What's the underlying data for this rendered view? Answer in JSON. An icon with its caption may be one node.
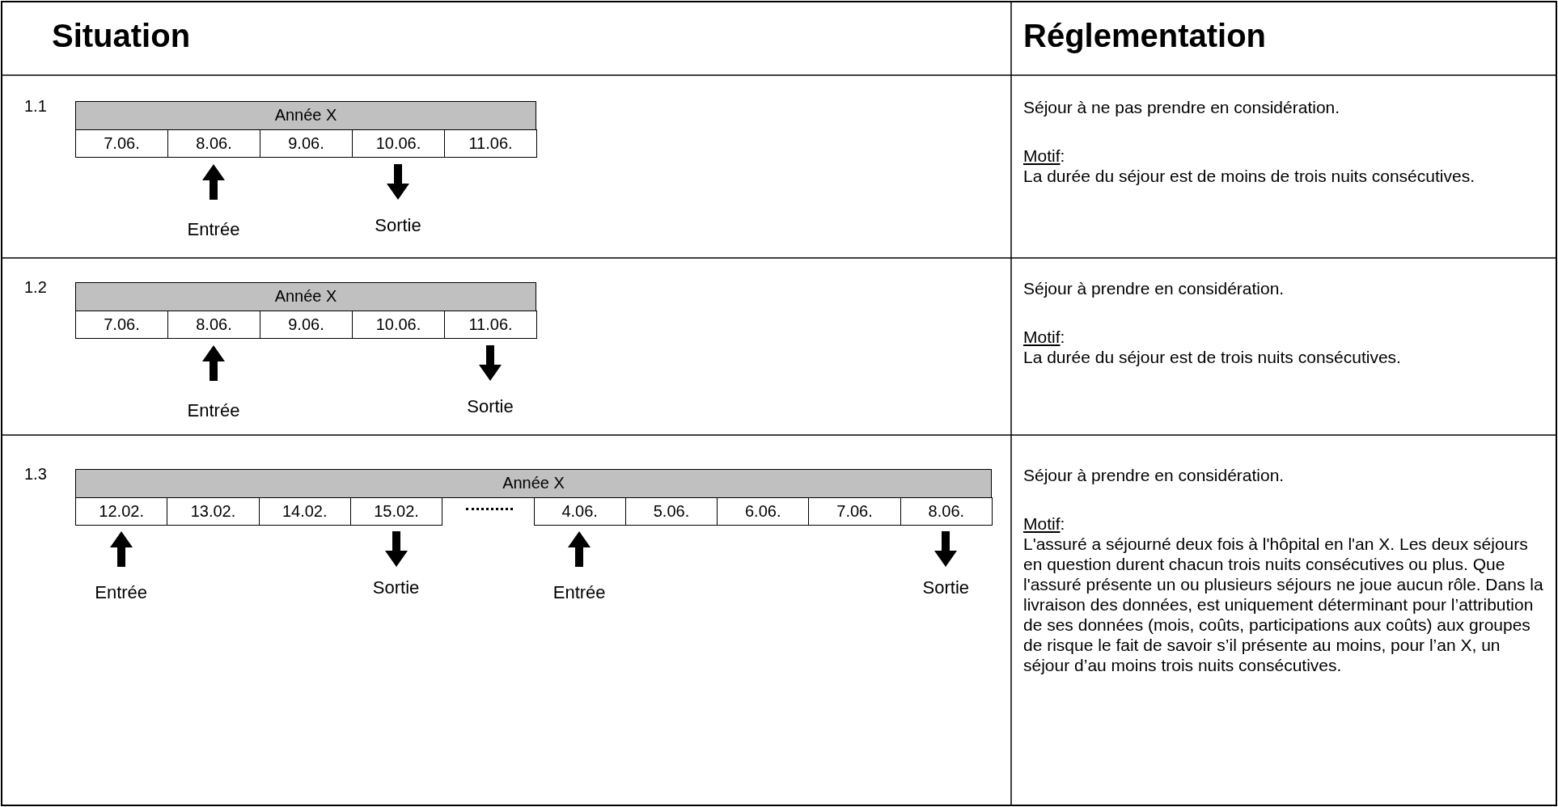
{
  "diagram": {
    "labels": [
      "Situation",
      "Réglementation",
      "1.1",
      "Année X",
      "7.06.",
      "8.06.",
      "9.06.",
      "10.06.",
      "11.06.",
      "Entrée",
      "Sortie",
      "Séjour à ne pas prendre en considération.",
      "Motif:",
      "La durée du séjour est de moins de trois nuits consécutives.",
      "1.2",
      "Année X",
      "7.06.",
      "8.06.",
      "9.06.",
      "10.06.",
      "11.06.",
      "Entrée",
      "Sortie",
      "Séjour à prendre en considération.",
      "Motif:",
      "La durée du séjour est de trois nuits consécutives.",
      "1.3",
      "Année X",
      "12.02.",
      "13.02.",
      "14.02.",
      "15.02.",
      "4.06.",
      "5.06.",
      "6.06.",
      "7.06.",
      "8.06.",
      "Entrée",
      "Sortie",
      "Entrée",
      "Sortie",
      "Séjour à prendre en considération.",
      "Motif:",
      "L'assuré a séjourné deux fois à l'hôpital en l'an X. Les deux séjours en question durent chacun trois nuits consécutives ou plus. Que l'assuré présente un ou plusieurs séjours ne joue aucun rôle. Dans la livraison des données, est uniquement déterminant pour l’attribution de ses données (mois, coûts, participations aux coûts) aux groupes de risque le fait de savoir s’il présente au moins, pour l’an X, un séjour d’au moins trois nuits consécutives."
    ]
  }
}
